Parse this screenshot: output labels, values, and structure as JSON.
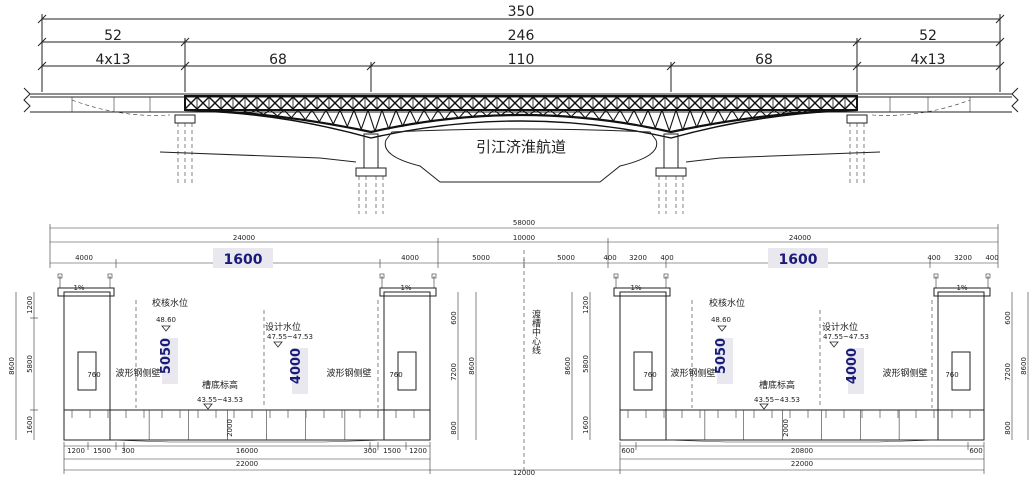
{
  "elevation": {
    "total": "350",
    "spans_level2": [
      "52",
      "246",
      "52"
    ],
    "spans_level3": [
      "4x13",
      "68",
      "110",
      "68",
      "4x13"
    ],
    "waterway": "引江济淮航道"
  },
  "section": {
    "overall": "58000",
    "center_gap": "10000",
    "trough_width": "24000",
    "edge_offset": "4000",
    "center_offset": "5000",
    "center_line": "渡槽中心线",
    "box_height": "1600",
    "check_level_label": "校核水位",
    "check_level_value": "48.60",
    "design_level_label": "设计水位",
    "design_level_value": "47.55~47.53",
    "bottom_label": "槽底标高",
    "bottom_value": "43.55~43.53",
    "depth_a": "5050",
    "depth_b": "4000",
    "corrugated_wall": "波形钢侧壁",
    "slope": "1%",
    "heights_left": [
      "1200",
      "5800",
      "1600"
    ],
    "height_total": "8600",
    "heights_right": [
      "600",
      "7200",
      "800"
    ],
    "inner_dim": "760",
    "dim_2000": "2000",
    "left_bottom": {
      "segments": [
        "1200",
        "1500",
        "300",
        "16000",
        "300",
        "1500",
        "1200"
      ],
      "total": "22000"
    },
    "right_bottom": {
      "segments": [
        "600",
        "20800",
        "600"
      ],
      "total": "22000"
    },
    "right_top": [
      "400",
      "3200",
      "400",
      "400",
      "3200",
      "400"
    ],
    "bottom_gap": "12000"
  }
}
